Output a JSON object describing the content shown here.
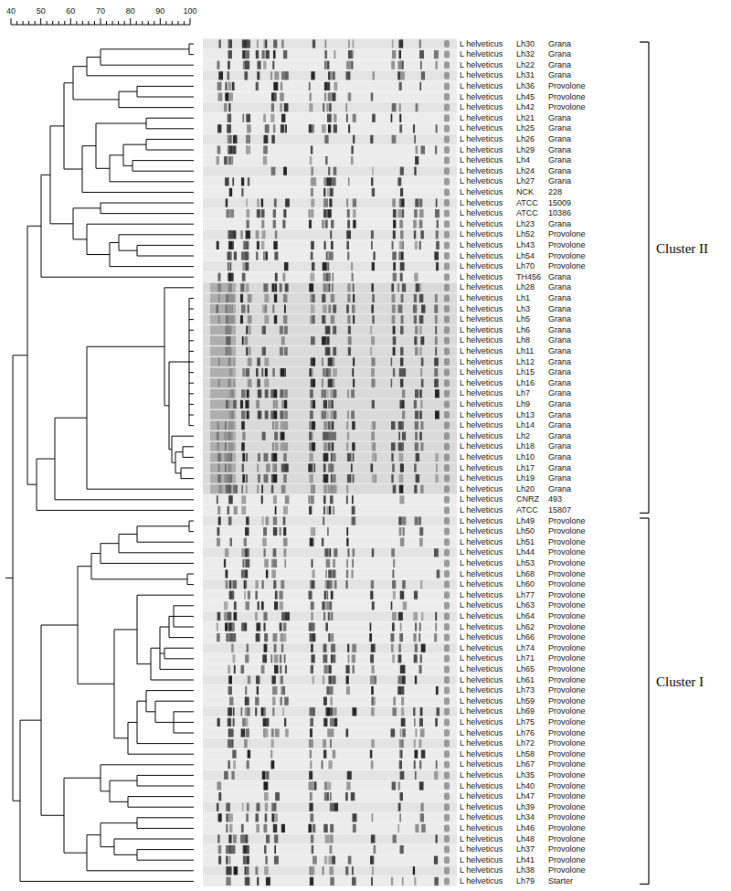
{
  "diagram": {
    "labels": [
      "40",
      "50",
      "60",
      "70",
      "80",
      "90",
      "100",
      "L helveticus",
      "Lh30",
      "Grana",
      "L helveticus",
      "Lh32",
      "Grana",
      "L helveticus",
      "Lh22",
      "Grana",
      "L helveticus",
      "Lh31",
      "Grana",
      "L helveticus",
      "Lh36",
      "Provolone",
      "L helveticus",
      "Lh45",
      "Provolone",
      "L helveticus",
      "Lh42",
      "Provolone",
      "L helveticus",
      "Lh21",
      "Grana",
      "L helveticus",
      "Lh25",
      "Grana",
      "L helveticus",
      "Lh26",
      "Grana",
      "L helveticus",
      "Lh29",
      "Grana",
      "L helveticus",
      "Lh4",
      "Grana",
      "L helveticus",
      "Lh24",
      "Grana",
      "L helveticus",
      "Lh27",
      "Grana",
      "L helveticus",
      "NCK",
      "228",
      "L helveticus",
      "ATCC",
      "15009",
      "L helveticus",
      "ATCC",
      "10386",
      "L helveticus",
      "Lh23",
      "Grana",
      "L helveticus",
      "Lh52",
      "Provolone",
      "L helveticus",
      "Lh43",
      "Provolone",
      "L helveticus",
      "Lh54",
      "Provolone",
      "L helveticus",
      "Lh70",
      "Provolone",
      "L helveticus",
      "TH456",
      "Grana",
      "L helveticus",
      "Lh28",
      "Grana",
      "L helveticus",
      "Lh1",
      "Grana",
      "L helveticus",
      "Lh3",
      "Grana",
      "L helveticus",
      "Lh5",
      "Grana",
      "L helveticus",
      "Lh6",
      "Grana",
      "L helveticus",
      "Lh8",
      "Grana",
      "L helveticus",
      "Lh11",
      "Grana",
      "L helveticus",
      "Lh12",
      "Grana",
      "L helveticus",
      "Lh15",
      "Grana",
      "L helveticus",
      "Lh16",
      "Grana",
      "L helveticus",
      "Lh7",
      "Grana",
      "L helveticus",
      "Lh9",
      "Grana",
      "L helveticus",
      "Lh13",
      "Grana",
      "L helveticus",
      "Lh14",
      "Grana",
      "L helveticus",
      "Lh2",
      "Grana",
      "L helveticus",
      "Lh18",
      "Grana",
      "L helveticus",
      "Lh10",
      "Grana",
      "L helveticus",
      "Lh17",
      "Grana",
      "L helveticus",
      "Lh19",
      "Grana",
      "L helveticus",
      "Lh20",
      "Grana",
      "L helveticus",
      "CNRZ",
      "493",
      "L helveticus",
      "ATCC",
      "15807",
      "L helveticus",
      "Lh49",
      "Provolone",
      "L helveticus",
      "Lh50",
      "Provolone",
      "L helveticus",
      "Lh51",
      "Provolone",
      "L helveticus",
      "Lh44",
      "Provolone",
      "L helveticus",
      "Lh53",
      "Provolone",
      "L helveticus",
      "Lh68",
      "Provolone",
      "L helveticus",
      "Lh60",
      "Provolone",
      "L helveticus",
      "Lh77",
      "Provolone",
      "L helveticus",
      "Lh63",
      "Provolone",
      "L helveticus",
      "Lh64",
      "Provolone",
      "L helveticus",
      "Lh62",
      "Provolone",
      "L helveticus",
      "Lh66",
      "Provolone",
      "L helveticus",
      "Lh74",
      "Provolone",
      "L helveticus",
      "Lh71",
      "Provolone",
      "L helveticus",
      "Lh65",
      "Provolone",
      "L helveticus",
      "Lh61",
      "Provolone",
      "L helveticus",
      "Lh73",
      "Provolone",
      "L helveticus",
      "Lh59",
      "Provolone",
      "L helveticus",
      "Lh69",
      "Provolone",
      "L helveticus",
      "Lh75",
      "Provolone",
      "L helveticus",
      "Lh76",
      "Provolone",
      "L helveticus",
      "Lh72",
      "Provolone",
      "L helveticus",
      "Lh58",
      "Provolone",
      "L helveticus",
      "Lh67",
      "Provolone",
      "L helveticus",
      "Lh35",
      "Provolone",
      "L helveticus",
      "Lh40",
      "Provolone",
      "L helveticus",
      "Lh47",
      "Provolone",
      "L helveticus",
      "Lh39",
      "Provolone",
      "L helveticus",
      "Lh34",
      "Provolone",
      "L helveticus",
      "Lh46",
      "Provolone",
      "L helveticus",
      "Lh48",
      "Provolone",
      "L helveticus",
      "Lh37",
      "Provolone",
      "L helveticus",
      "Lh41",
      "Provolone",
      "L helveticus",
      "Lh38",
      "Provolone",
      "L helveticus",
      "Lh79",
      "Starter",
      "Cluster II",
      "Cluster I"
    ]
  }
}
